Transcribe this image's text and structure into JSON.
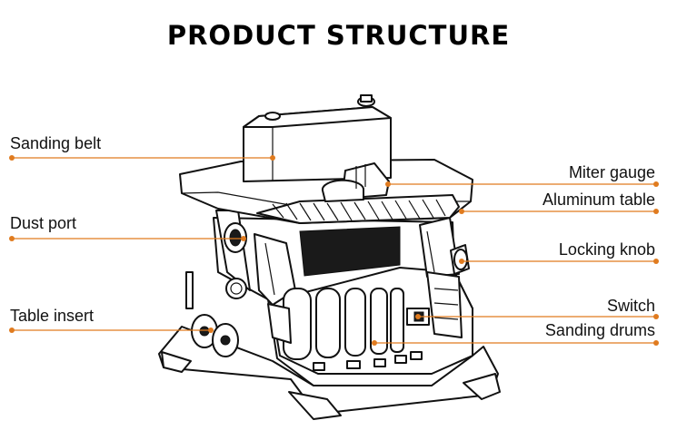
{
  "title": "PRODUCT STRUCTURE",
  "accent_color": "#e07b1f",
  "labels": {
    "sanding_belt": "Sanding belt",
    "dust_port": "Dust port",
    "table_insert": "Table insert",
    "miter_gauge": "Miter gauge",
    "aluminum_table": "Aluminum table",
    "locking_knob": "Locking knob",
    "switch": "Switch",
    "sanding_drums": "Sanding drums"
  }
}
